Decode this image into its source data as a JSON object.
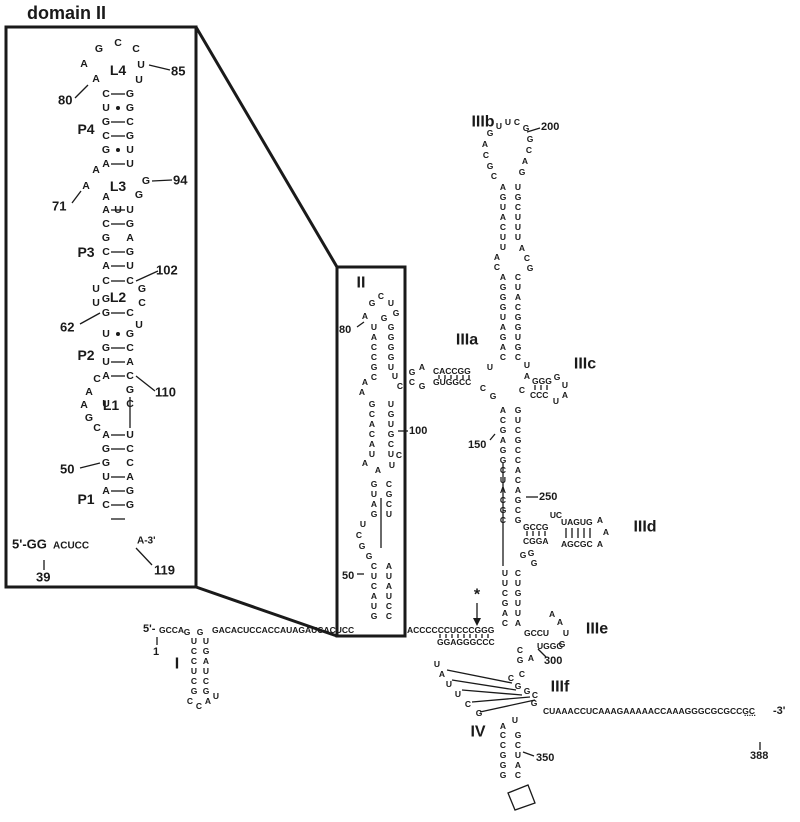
{
  "title": "domain II",
  "inset": {
    "ends": {
      "five": "5'-GG",
      "five_small": "ACUCC",
      "three": "A-3'"
    },
    "labels": [
      "L4",
      "P4",
      "L3",
      "P3",
      "L2",
      "P2",
      "L1",
      "P1"
    ],
    "numbers": [
      "85",
      "80",
      "94",
      "71",
      "102",
      "62",
      "110",
      "50",
      "39",
      "119"
    ],
    "letters": [
      "G",
      "C",
      "C",
      "A",
      "U",
      "A",
      "U",
      "C",
      "G",
      "U",
      "G",
      "G",
      "C",
      "C",
      "G",
      "G",
      "U",
      "A",
      "A",
      "U",
      "G",
      "A",
      "G",
      "A",
      "U",
      "A",
      "U",
      "C",
      "G",
      "G",
      "A",
      "C",
      "G",
      "A",
      "U",
      "U",
      "C",
      "U",
      "C",
      "G",
      "G",
      "U",
      "C",
      "C",
      "G",
      "U",
      "G",
      "G",
      "C",
      "U",
      "A",
      "A",
      "C",
      "G",
      "C",
      "A",
      "A",
      "G",
      "C",
      "U",
      "C",
      "A",
      "U",
      "G",
      "C",
      "G",
      "C",
      "U",
      "A",
      "A",
      "G",
      "C",
      "G"
    ]
  },
  "main": {
    "domain_labels": [
      "II",
      "IIIa",
      "IIIb",
      "IIIc",
      "IIId",
      "IIIe",
      "IIIf",
      "I",
      "IV"
    ],
    "numbers": [
      "200",
      "80",
      "100",
      "50",
      "150",
      "250",
      "300",
      "350",
      "388",
      "1"
    ],
    "ends": {
      "five_I": "5'-",
      "three": "-3'"
    },
    "seq_line_I": "GACACUCCACCAUAGAUCACUCC",
    "seq_line_mid": "ACCCCCCUCCCGGG",
    "seq_line_3p": "CUAAACCUCAAAGAAAAACCAAAGGGCGCGCCGC",
    "seq_I_left": "GCCA",
    "seq_IIIa_top": "CACCGG",
    "seq_IIIa_bot": "GUGGCC",
    "seq_IIIc_top": "GGG",
    "seq_IIIc_bot": "CCC",
    "seq_IIId_top": "GCCG",
    "seq_IIId_top2": "UAGUG",
    "seq_IIId_bot": "CGGA",
    "seq_IIId_bot2": "AGCGC",
    "seq_IIIe_top": "GCCU",
    "seq_IIIe_bot": "UGGG",
    "seq_mid_bot": "GGAGGGCCC",
    "seq_IIIe_A": "A",
    "dots": ".....",
    "asterisk": "*",
    "letters": [
      "U",
      "U",
      "C",
      "G",
      "C",
      "A",
      "U",
      "U",
      "C",
      "C",
      "G",
      "G",
      "C",
      "A",
      "U",
      "C",
      "G",
      "G",
      "A",
      "G",
      "C",
      "U",
      "G",
      "G",
      "U",
      "G",
      "A",
      "G",
      "C",
      "G",
      "C",
      "G",
      "G",
      "U",
      "C",
      "U",
      "A",
      "A",
      "C",
      "G",
      "U",
      "C",
      "G",
      "A",
      "U",
      "C",
      "G",
      "A",
      "C",
      "U",
      "U",
      "A",
      "A",
      "U",
      "C",
      "G",
      "C",
      "U",
      "G",
      "A",
      "C",
      "G",
      "U",
      "U",
      "C",
      "G",
      "G",
      "C",
      "A",
      "U",
      "U",
      "C",
      "A",
      "A",
      "U",
      "U",
      "C",
      "G",
      "C",
      "C",
      "A",
      "G",
      "U",
      "U",
      "C",
      "G",
      "G",
      "C",
      "A",
      "G",
      "G",
      "C",
      "A",
      "U",
      "G",
      "G",
      "U",
      "C",
      "A",
      "U",
      "C",
      "U",
      "U",
      "U",
      "U",
      "A",
      "A",
      "C",
      "C",
      "G",
      "A",
      "C",
      "G",
      "U",
      "G",
      "A",
      "G",
      "C",
      "U",
      "G",
      "A",
      "G",
      "G",
      "U",
      "A",
      "G",
      "C",
      "C",
      "U",
      "U",
      "A",
      "C",
      "G",
      "C",
      "A",
      "G",
      "C",
      "G",
      "G",
      "U",
      "A",
      "U",
      "A",
      "G",
      "C",
      "U",
      "G",
      "C",
      "A",
      "G",
      "G",
      "C",
      "G",
      "C",
      "C",
      "A",
      "U",
      "C",
      "A",
      "A",
      "C",
      "G",
      "G",
      "C",
      "C",
      "G",
      "A",
      "A",
      "A",
      "U",
      "C",
      "G",
      "G",
      "G",
      "U",
      "C",
      "U",
      "U",
      "C",
      "G",
      "G",
      "U",
      "A",
      "U",
      "C",
      "A",
      "A",
      "U",
      "G",
      "A",
      "C",
      "G",
      "U",
      "A",
      "U",
      "U",
      "C",
      "G",
      "C",
      "G",
      "G",
      "C",
      "G",
      "C",
      "A",
      "U",
      "C",
      "G",
      "C",
      "C",
      "G",
      "U",
      "G",
      "A",
      "G",
      "C"
    ]
  }
}
